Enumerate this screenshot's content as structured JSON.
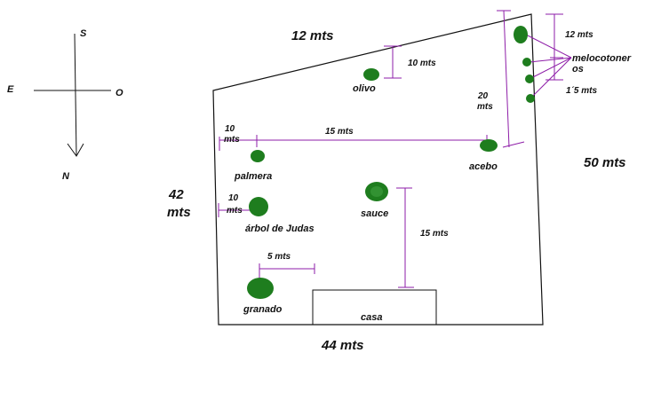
{
  "compass": {
    "south": "S",
    "east": "E",
    "west": "O",
    "north": "N"
  },
  "dimensions": {
    "top_side": "12 mts",
    "right_side": "50 mts",
    "left_side_line1": "42",
    "left_side_line2": "mts",
    "bottom_side": "44 mts"
  },
  "trees": {
    "olivo": "olivo",
    "acebo": "acebo",
    "palmera": "palmera",
    "judas": "árbol de Judas",
    "sauce": "sauce",
    "granado": "granado",
    "melocotoneros_line1": "melocotoner",
    "melocotoneros_line2": "os"
  },
  "house": "casa",
  "distances": {
    "olivo_to_wall": "10 mts",
    "melocotoneros_spread": "12 mts",
    "melocotoneros_gap": "1´5 mts",
    "acebo_to_wall_line1": "20",
    "acebo_to_wall_line2": "mts",
    "palmera_to_acebo": "15 mts",
    "palmera_to_left_line1": "10",
    "palmera_to_left_line2": "mts",
    "judas_to_left_line1": "10",
    "judas_to_left_line2": "mts",
    "granado_offset": "5 mts",
    "sauce_to_house": "15 mts"
  },
  "colors": {
    "tree": "#1e7d1e",
    "tree_dark": "#0f5c12",
    "measure": "#8e1ea8",
    "outline": "#111111"
  }
}
